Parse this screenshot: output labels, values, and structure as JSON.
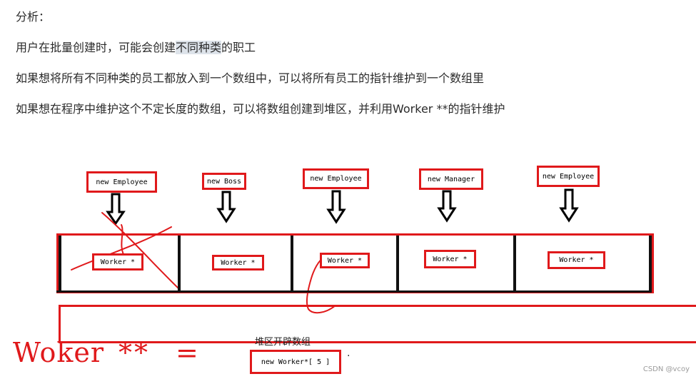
{
  "text": {
    "heading": "分析：",
    "line1_a": "用户在批量创建时，可能会创建",
    "line1_hl": "不同种类",
    "line1_b": "的职工",
    "line2": "如果想将所有不同种类的员工都放入到一个数组中，可以将所有员工的指针维护到一个数组里",
    "line3": "如果想在程序中维护这个不定长度的数组，可以将数组创建到堆区，并利用Worker **的指针维护"
  },
  "diagram": {
    "objects": [
      {
        "label": "new Employee"
      },
      {
        "label": "new Boss"
      },
      {
        "label": "new Employee"
      },
      {
        "label": "new Manager"
      },
      {
        "label": "new Employee"
      }
    ],
    "cells": [
      {
        "label": "Worker *"
      },
      {
        "label": "Worker *"
      },
      {
        "label": "Worker *"
      },
      {
        "label": "Worker *"
      },
      {
        "label": "Worker *"
      }
    ],
    "heap_caption": "堆区开辟数组",
    "new_array_label": "new Worker*[ 5 ]",
    "pointer_label": "Woker",
    "pointer_stars": "**",
    "equals": "=",
    "dot": "."
  },
  "watermark": "CSDN @vcoy",
  "colors": {
    "annotation_red": "#e0191b",
    "highlight": "#dde3ea"
  }
}
